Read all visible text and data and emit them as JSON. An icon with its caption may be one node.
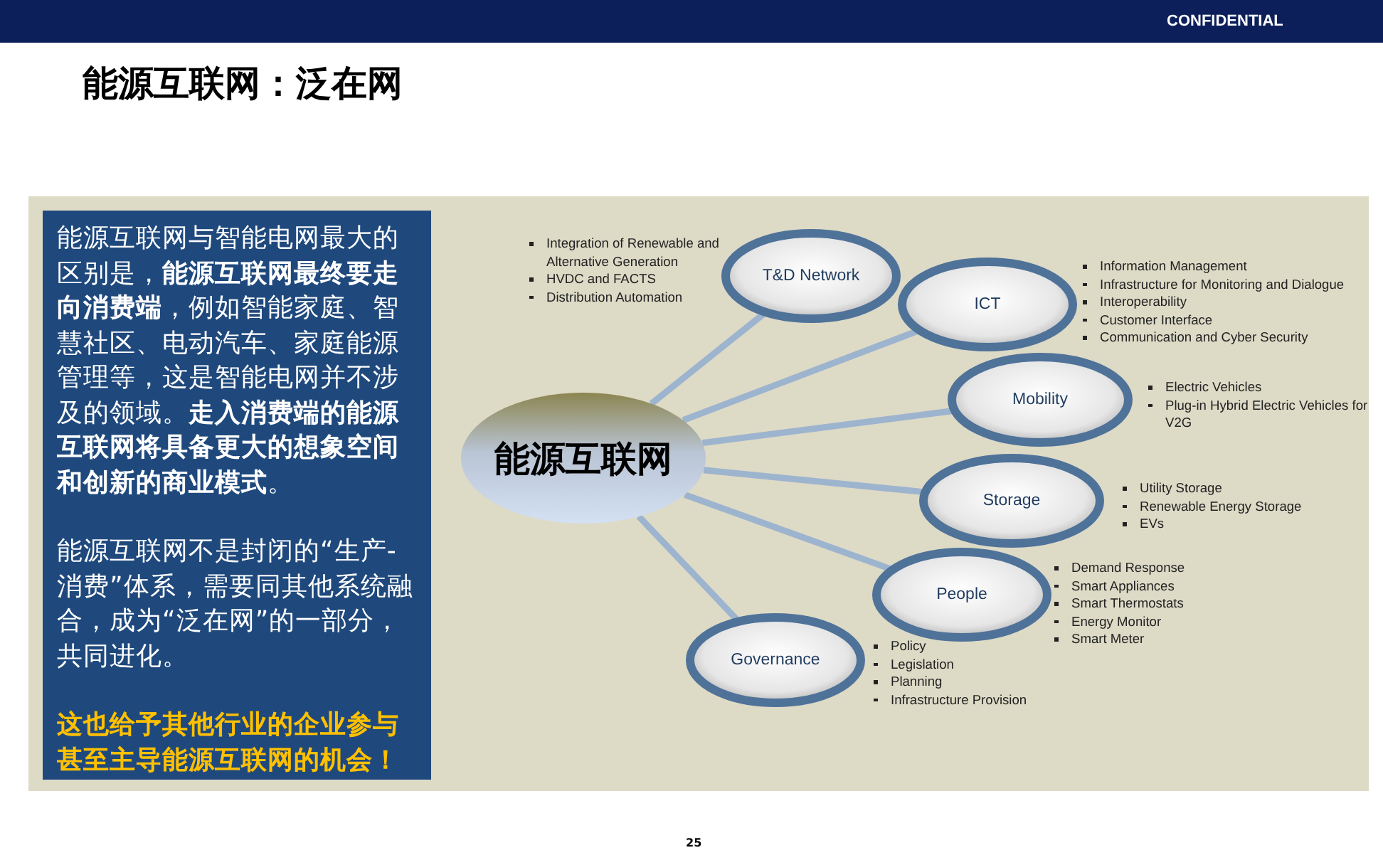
{
  "diagram": {
    "title": "能源互联网：泛在网",
    "nodes": [
      {
        "text": [
          "能源互联网与智能电网最大的区别是，**能源互联网最终要走向消费端**，例如智能家庭、智慧社区、电动汽车、家庭能源管理等，这是智能电网并不涉及的领域。**走入消费端的能源互联网将具备更大的想象空间和创新的商业模式**。",
          "能源互联网不是封闭的“生产-消费”体系，需要同其他系统融合，成为“泛在网”的一部分，共同进化。",
          "这也给予其他行业的企业参与甚至主导能源互联网的机会！"
        ]
      },
      {
        "text": [
          "能源互联网"
        ]
      },
      {
        "text": [
          "T&D Network"
        ],
        "beside": [
          "Integration of Renewable and Alternative Generation",
          "HVDC and FACTS",
          "Distribution Automation"
        ]
      },
      {
        "text": [
          "ICT"
        ],
        "beside": [
          "Information Management",
          "Infrastructure for Monitoring and Dialogue",
          "Interoperability",
          "Customer Interface",
          "Communication and Cyber Security"
        ]
      },
      {
        "text": [
          "Mobility"
        ],
        "beside": [
          "Electric Vehicles",
          "Plug-in Hybrid Electric Vehicles for V2G"
        ]
      },
      {
        "text": [
          "Storage"
        ],
        "beside": [
          "Utility Storage",
          "Renewable Energy Storage",
          "EVs"
        ]
      },
      {
        "text": [
          "People"
        ],
        "beside": [
          "Demand Response",
          "Smart Appliances",
          "Smart Thermostats",
          "Energy Monitor",
          "Smart Meter"
        ]
      },
      {
        "text": [
          "Governance"
        ],
        "beside": [
          "Policy",
          "Legislation",
          "Planning",
          "Infrastructure Provision"
        ]
      }
    ],
    "edges": [
      {
        "from": 1,
        "to": 2,
        "arrow": "none"
      },
      {
        "from": 1,
        "to": 3,
        "arrow": "none"
      },
      {
        "from": 1,
        "to": 4,
        "arrow": "none"
      },
      {
        "from": 1,
        "to": 5,
        "arrow": "none"
      },
      {
        "from": 1,
        "to": 6,
        "arrow": "none"
      },
      {
        "from": 1,
        "to": 7,
        "arrow": "none"
      }
    ],
    "labels": [
      "CONFIDENTIAL",
      "25"
    ]
  }
}
